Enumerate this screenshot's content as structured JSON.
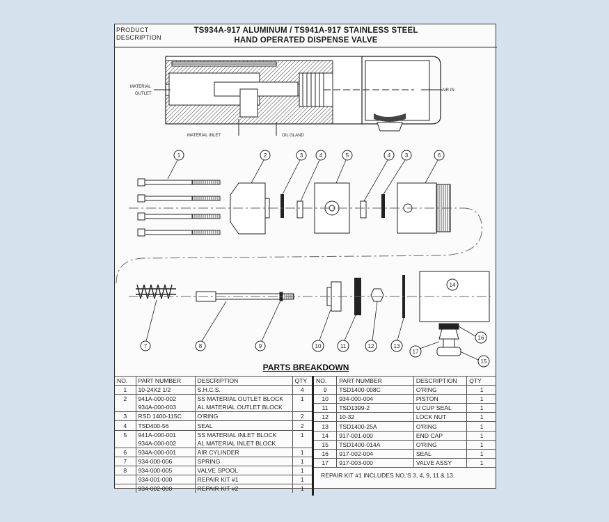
{
  "header": {
    "label_line1": "PRODUCT",
    "label_line2": "DESCRIPTION",
    "title_line1": "TS934A-917 ALUMINUM / TS941A-917 STAINLESS STEEL",
    "title_line2": "HAND OPERATED DISPENSE VALVE"
  },
  "section_view_labels": {
    "material_outlet_1": "MATERIAL",
    "material_outlet_2": "OUTLET",
    "air_in": "AIR IN",
    "material_inlet": "MATERIAL  INLET",
    "oil_gland": "OIL  GLAND"
  },
  "callouts": [
    "1",
    "2",
    "3",
    "4",
    "5",
    "4",
    "3",
    "6",
    "14",
    "7",
    "8",
    "9",
    "10",
    "11",
    "12",
    "13",
    "17",
    "16",
    "15"
  ],
  "parts_breakdown_title": "PARTS BREAKDOWN",
  "table_headers": {
    "no": "NO.",
    "part_number": "PART NUMBER",
    "description": "DESCRIPTION",
    "qty": "QTY"
  },
  "parts_left": [
    {
      "no": "1",
      "part": "10-24X2 1/2",
      "desc": "S.H.C.S.",
      "qty": "4",
      "line": true
    },
    {
      "no": "2",
      "part": "941A-000-002",
      "desc": "SS MATERIAL OUTLET BLOCK",
      "qty": "1",
      "line": true
    },
    {
      "no": "",
      "part": "934A-000-003",
      "desc": "AL MATERIAL OUTLET BLOCK",
      "qty": "",
      "line": false
    },
    {
      "no": "3",
      "part": "RSD 1400-115C",
      "desc": "O'RING",
      "qty": "2",
      "line": true
    },
    {
      "no": "4",
      "part": "TSD400-56",
      "desc": "SEAL",
      "qty": "2",
      "line": true
    },
    {
      "no": "5",
      "part": "941A-000-001",
      "desc": "SS MATERIAL INLET BLOCK",
      "qty": "1",
      "line": true
    },
    {
      "no": "",
      "part": "934A-000-002",
      "desc": "AL MATERIAL INLET BLOCK",
      "qty": "",
      "line": false
    },
    {
      "no": "6",
      "part": "934A-000-001",
      "desc": "AIR CYLINDER",
      "qty": "1",
      "line": true
    },
    {
      "no": "7",
      "part": "934-000-006",
      "desc": "SPRING",
      "qty": "1",
      "line": true
    },
    {
      "no": "8",
      "part": "934-000-005",
      "desc": "VALVE SPOOL",
      "qty": "1",
      "line": true
    },
    {
      "no": "",
      "part": "934-001-000",
      "desc": "REPAIR KIT #1",
      "qty": "1",
      "line": true
    },
    {
      "no": "",
      "part": "934-002-000",
      "desc": "REPAIR KIT #2",
      "qty": "1",
      "line": true
    }
  ],
  "parts_right": [
    {
      "no": "9",
      "part": "TSD1400-008C",
      "desc": "O'RING",
      "qty": "1",
      "line": true
    },
    {
      "no": "10",
      "part": "934-000-004",
      "desc": "PISTON",
      "qty": "1",
      "line": true
    },
    {
      "no": "11",
      "part": "TSD1399-2",
      "desc": "U CUP SEAL",
      "qty": "1",
      "line": true
    },
    {
      "no": "12",
      "part": "10-32",
      "desc": "LOCK NUT",
      "qty": "1",
      "line": true
    },
    {
      "no": "13",
      "part": "TSD1400-25A",
      "desc": "O'RING",
      "qty": "1",
      "line": true
    },
    {
      "no": "14",
      "part": "917-001-000",
      "desc": "END CAP",
      "qty": "1",
      "line": true
    },
    {
      "no": "15",
      "part": "TSD1400-014A",
      "desc": "O'RING",
      "qty": "1",
      "line": true
    },
    {
      "no": "16",
      "part": "917-002-004",
      "desc": "SEAL",
      "qty": "1",
      "line": true
    },
    {
      "no": "17",
      "part": "917-003-000",
      "desc": "VALVE ASSY",
      "qty": "1",
      "line": true
    }
  ],
  "repair_note": "REPAIR KIT #1 INCLUDES NO.'S 3, 4, 9, 11 & 13."
}
